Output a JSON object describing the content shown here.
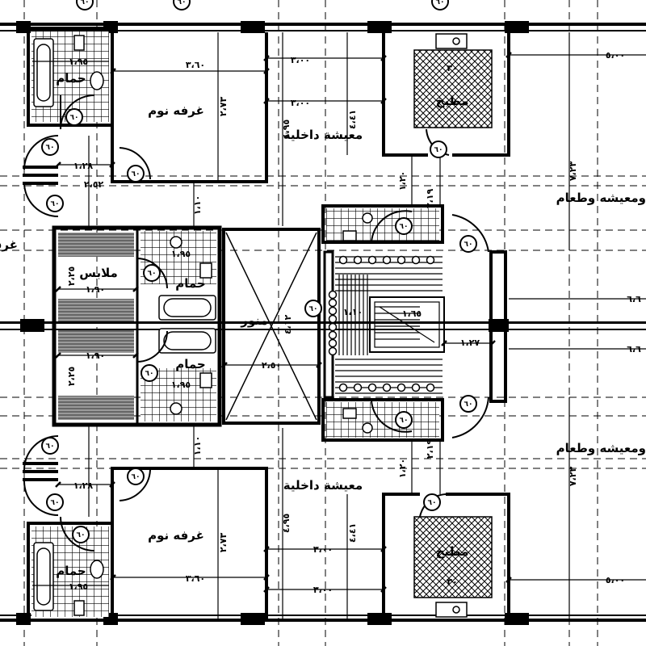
{
  "rooms": {
    "bedroom": "غرفه نوم",
    "bathroom": "حمام",
    "kitchen": "مطبخ",
    "inner_living": "معيشة داخلية",
    "living_dining": "ومعيشه وطعام",
    "dressing": "ملابس",
    "light_well": "منور",
    "room_cut": "غرف"
  },
  "dims": {
    "d_3_60": "٣،٦٠",
    "d_3_00": "٣،٠٠",
    "d_1_95": "١،٩٥",
    "d_1_28": "١،٢٨",
    "d_2_52": "٢،٥٢",
    "d_2_73": "٢،٧٣",
    "d_4_41": "٤،٤١",
    "d_4_95": "٤،٩٥",
    "d_5_00": "٥،٠٠",
    "d_1_20": "١،٢٠",
    "d_2_19": "٢،١٩",
    "d_1_10": "١،١٠",
    "d_2_25": "٢،٢٥",
    "d_1_90": "١،٩٠",
    "d_2_50": "٢،٥٠",
    "d_4_12": "٤،١٢",
    "d_1_27": "١،٢٧",
    "d_1_65": "١،٦٥",
    "d_6_6": "٦،٦",
    "d_7_23": "٧،٢٣",
    "d_3_0": "٣٠"
  },
  "door_badge": "٦٠"
}
